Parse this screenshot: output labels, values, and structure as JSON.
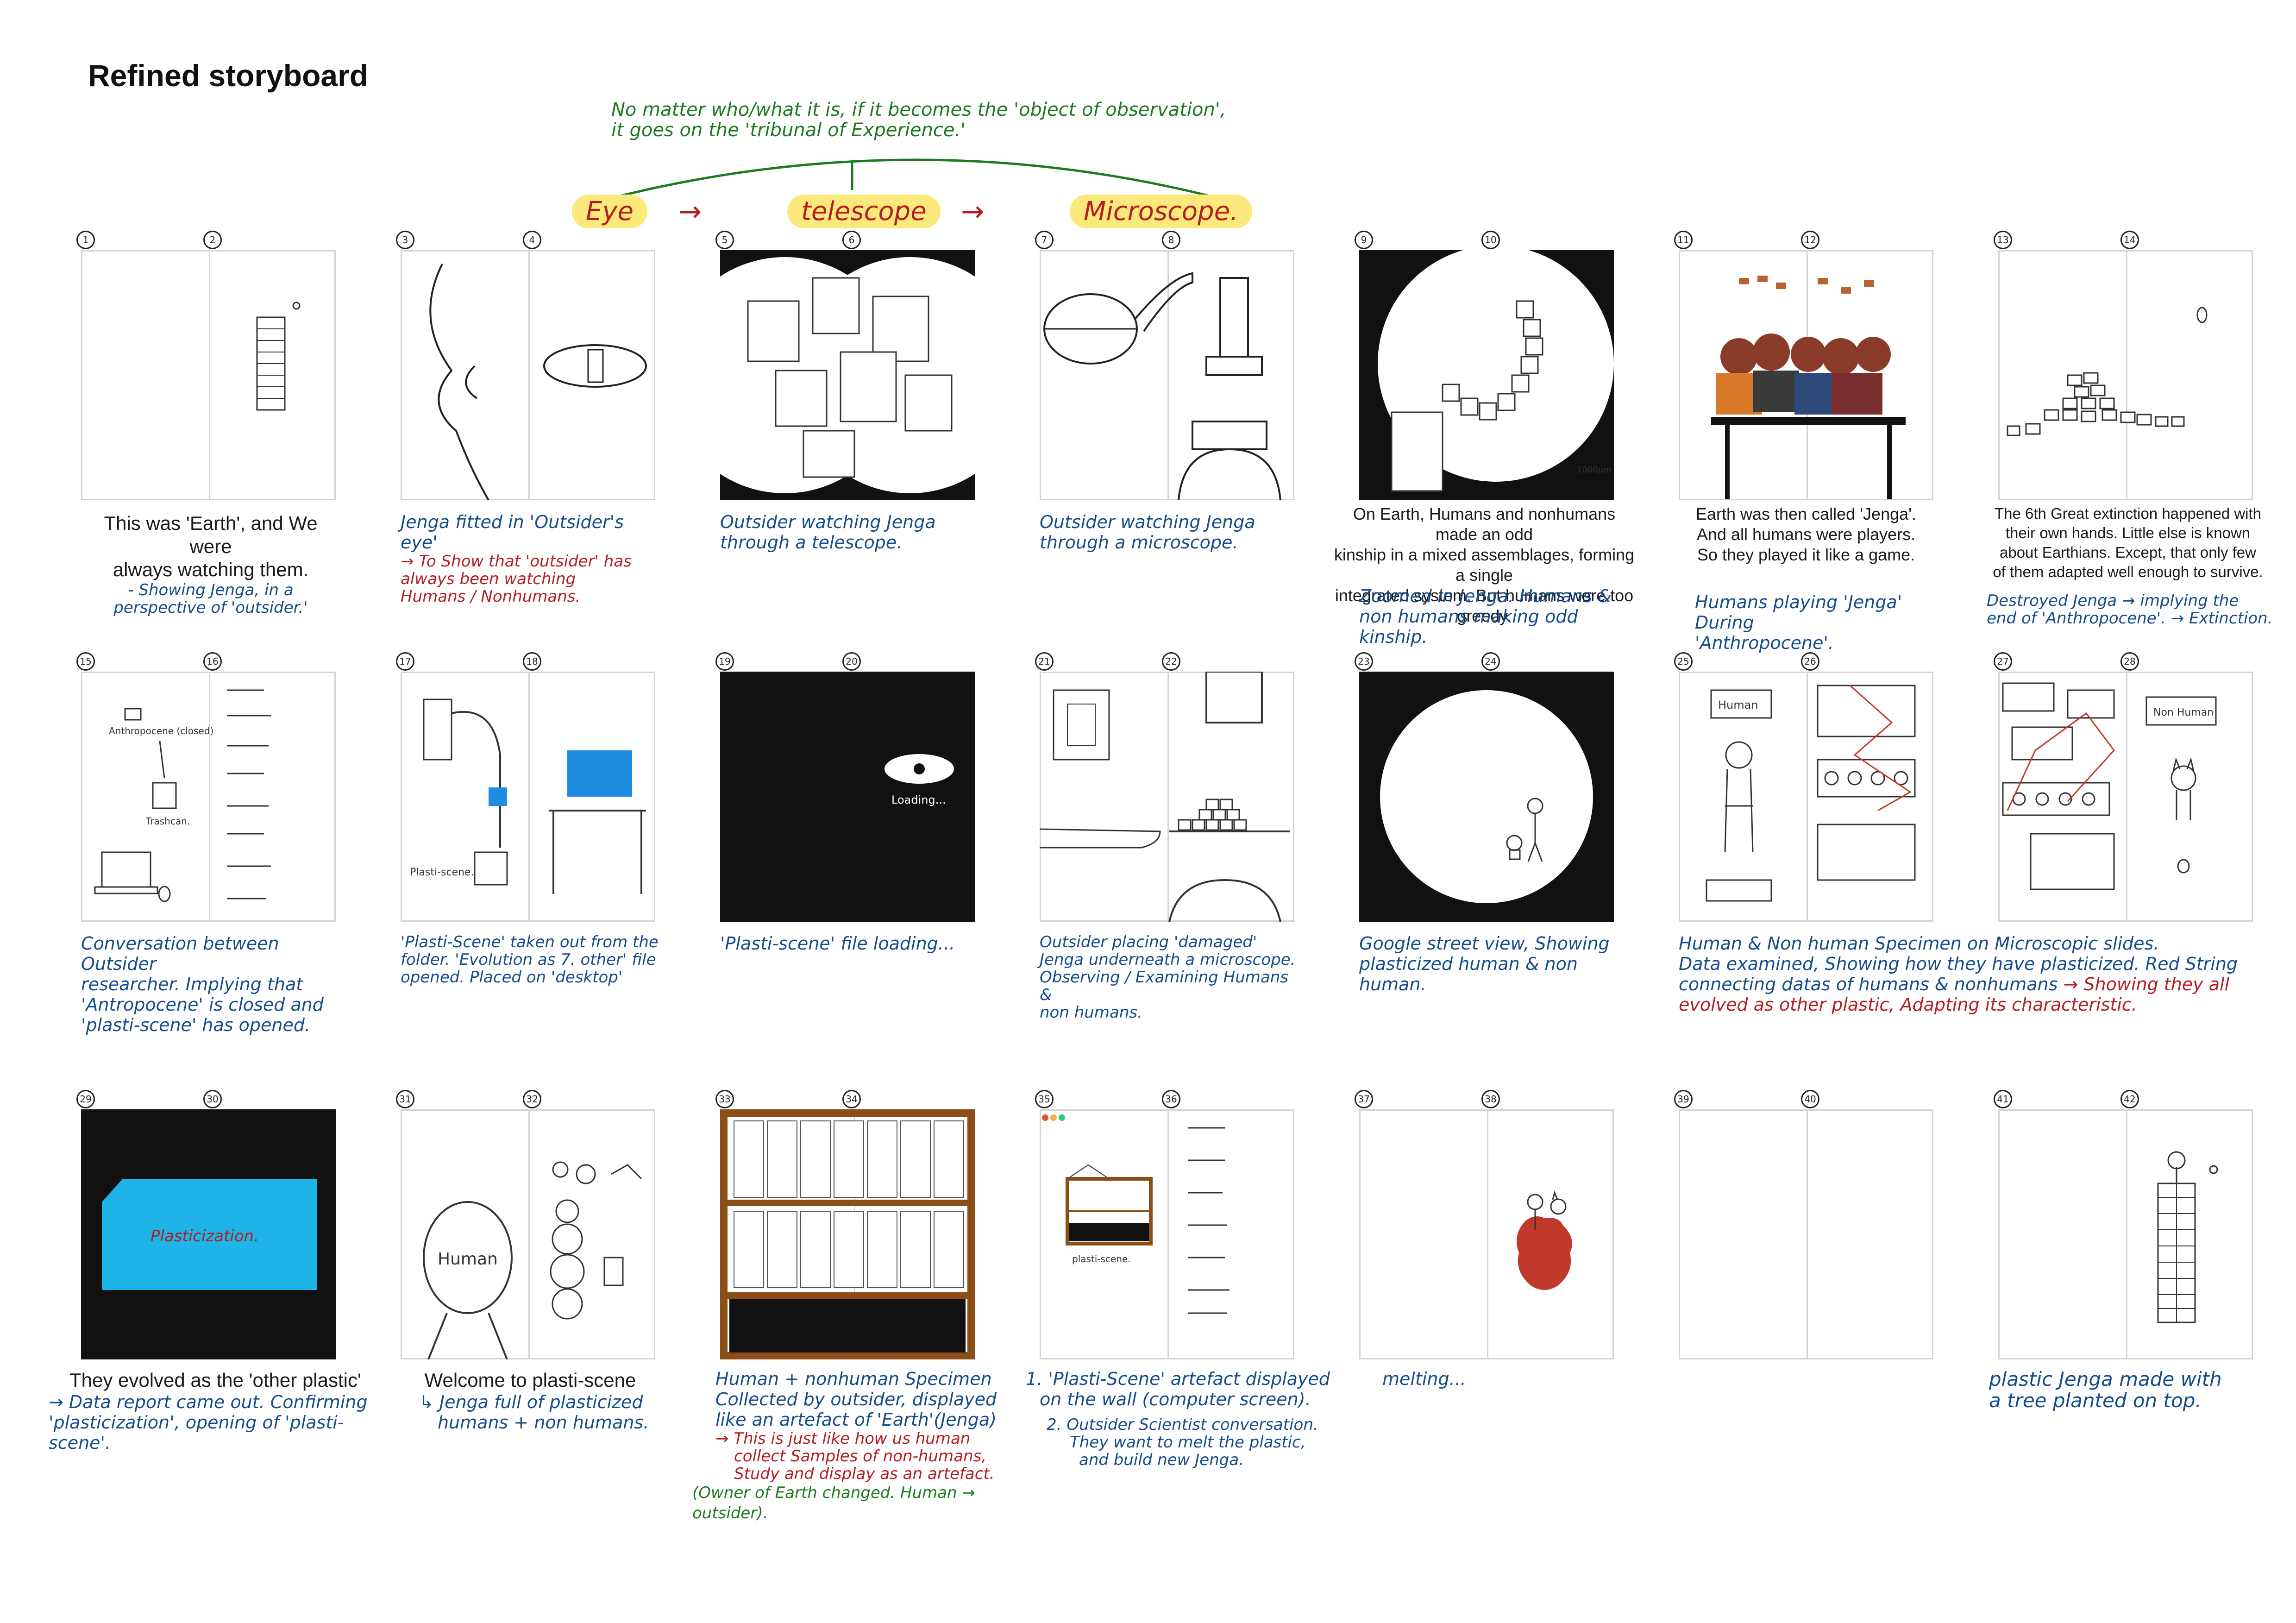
{
  "title": "Refined storyboard",
  "flow": {
    "note_line1": "No matter who/what it is, if it becomes the 'object of observation',",
    "note_line2": "it goes on the 'tribunal of Experience.'",
    "eye": "Eye",
    "telescope": "telescope",
    "microscope": "Microscope.",
    "arrow": "→"
  },
  "colors": {
    "green": "#1e7a20",
    "blue": "#164c8c",
    "red": "#b41e23",
    "highlight": "#fbe97b"
  },
  "panels": [
    {
      "nums": [
        "1",
        "2"
      ],
      "labels": [],
      "cap_black": [
        "This was 'Earth', and We were",
        "always watching them."
      ],
      "cap_blue": [
        "- Showing Jenga, in a perspective of 'outsider.'"
      ],
      "cap_red": []
    },
    {
      "nums": [
        "3",
        "4"
      ],
      "labels": [],
      "cap_black": [],
      "cap_blue": [
        "Jenga fitted in 'Outsider's eye'"
      ],
      "cap_red": [
        "→ To Show that 'outsider' has",
        "always been watching",
        "Humans / Nonhumans."
      ]
    },
    {
      "nums": [
        "5",
        "6"
      ],
      "labels": [],
      "cap_black": [],
      "cap_blue": [
        "Outsider watching Jenga",
        "through a telescope."
      ],
      "cap_red": []
    },
    {
      "nums": [
        "7",
        "8"
      ],
      "labels": [],
      "cap_black": [],
      "cap_blue": [
        "Outsider watching Jenga",
        "through a microscope."
      ],
      "cap_red": []
    },
    {
      "nums": [
        "9",
        "10"
      ],
      "labels": [
        "1000μm"
      ],
      "cap_black": [
        "On Earth, Humans and nonhumans made an odd",
        "kinship in a mixed assemblages, forming a single",
        "integrated system. But humans were too greedy."
      ],
      "cap_blue": [
        "Zoomed in Jenga. Humans &",
        "non humans making odd kinship."
      ],
      "cap_red": []
    },
    {
      "nums": [
        "11",
        "12"
      ],
      "labels": [],
      "cap_black": [
        "Earth was then called 'Jenga'.",
        "And all humans were players.",
        "So they played it like a game."
      ],
      "cap_blue": [
        "Humans playing 'Jenga' During",
        "'Anthropocene'."
      ],
      "cap_red": []
    },
    {
      "nums": [
        "13",
        "14"
      ],
      "labels": [],
      "cap_black": [
        "The 6th Great extinction happened with",
        "their own hands. Little else is known",
        "about Earthians. Except, that only few",
        "of them adapted well enough to survive."
      ],
      "cap_blue": [
        "Destroyed Jenga → implying the",
        "end of 'Anthropocene'. → Extinction."
      ],
      "cap_red": []
    },
    {
      "nums": [
        "15",
        "16"
      ],
      "labels": [
        "Anthropocene (closed)",
        "Trashcan."
      ],
      "cap_black": [],
      "cap_blue": [
        "Conversation between Outsider",
        "researcher. Implying that",
        "'Antropocene' is closed and",
        "'plasti-scene' has opened."
      ],
      "cap_red": []
    },
    {
      "nums": [
        "17",
        "18"
      ],
      "labels": [
        "Plasti-scene."
      ],
      "cap_black": [],
      "cap_blue": [
        "'Plasti-Scene' taken out from the",
        "folder. 'Evolution as 7. other' file",
        "opened. Placed on 'desktop'"
      ],
      "cap_red": []
    },
    {
      "nums": [
        "19",
        "20"
      ],
      "labels": [
        "Loading..."
      ],
      "cap_black": [],
      "cap_blue": [
        "'Plasti-scene' file loading..."
      ],
      "cap_red": []
    },
    {
      "nums": [
        "21",
        "22"
      ],
      "labels": [],
      "cap_black": [],
      "cap_blue": [
        "Outsider placing 'damaged'",
        "Jenga underneath a microscope.",
        "Observing / Examining Humans &",
        "non humans."
      ],
      "cap_red": []
    },
    {
      "nums": [
        "23",
        "24"
      ],
      "labels": [],
      "cap_black": [],
      "cap_blue": [
        "Google street view, Showing",
        "plasticized human & non human."
      ],
      "cap_red": []
    },
    {
      "nums": [
        "25",
        "26"
      ],
      "labels": [
        "Human"
      ],
      "cap_black": [],
      "cap_blue": [
        "Human & Non human Specimen on Microscopic slides.",
        "Data examined, Showing how they have plasticized. Red String",
        "connecting datas of humans & nonhumans"
      ],
      "cap_red": [
        "→ Showing they all",
        "evolved as other plastic, Adapting its characteristic."
      ]
    },
    {
      "nums": [
        "27",
        "28"
      ],
      "labels": [
        "Non Human"
      ],
      "cap_black": [],
      "cap_blue": [],
      "cap_red": []
    },
    {
      "nums": [
        "29",
        "30"
      ],
      "labels": [
        "Plasticization."
      ],
      "cap_black": [
        "They evolved as the 'other plastic'"
      ],
      "cap_blue": [
        "→ Data report came out. Confirming",
        "'plasticization', opening of 'plasti-scene'."
      ],
      "cap_red": []
    },
    {
      "nums": [
        "31",
        "32"
      ],
      "labels": [
        "Human"
      ],
      "cap_black": [
        "Welcome to plasti-scene"
      ],
      "cap_blue": [
        "↳ Jenga full of plasticized",
        "humans + non humans."
      ],
      "cap_red": []
    },
    {
      "nums": [
        "33",
        "34"
      ],
      "labels": [],
      "cap_black": [],
      "cap_blue": [
        "Human + nonhuman Specimen",
        "Collected by outsider, displayed",
        "like an artefact of 'Earth'(Jenga)"
      ],
      "cap_red": [
        "→ This is just like how us human",
        "collect Samples of non-humans,",
        "Study and display as an artefact."
      ],
      "cap_green": [
        "(Owner of Earth changed. Human → outsider)."
      ]
    },
    {
      "nums": [
        "35",
        "36"
      ],
      "labels": [
        "plasti-scene."
      ],
      "cap_black": [],
      "cap_blue": [
        "1. 'Plasti-Scene' artefact displayed",
        "on the wall (computer screen).",
        "2. Outsider Scientist conversation.",
        "They want to melt the plastic,",
        "and build new Jenga."
      ],
      "cap_red": []
    },
    {
      "nums": [
        "37",
        "38"
      ],
      "labels": [],
      "cap_black": [],
      "cap_blue": [
        "melting..."
      ],
      "cap_red": []
    },
    {
      "nums": [
        "39",
        "40"
      ],
      "labels": [],
      "cap_black": [],
      "cap_blue": [],
      "cap_red": []
    },
    {
      "nums": [
        "41",
        "42"
      ],
      "labels": [],
      "cap_black": [],
      "cap_blue": [
        "plastic Jenga made with",
        "a tree planted on top."
      ],
      "cap_red": []
    }
  ]
}
